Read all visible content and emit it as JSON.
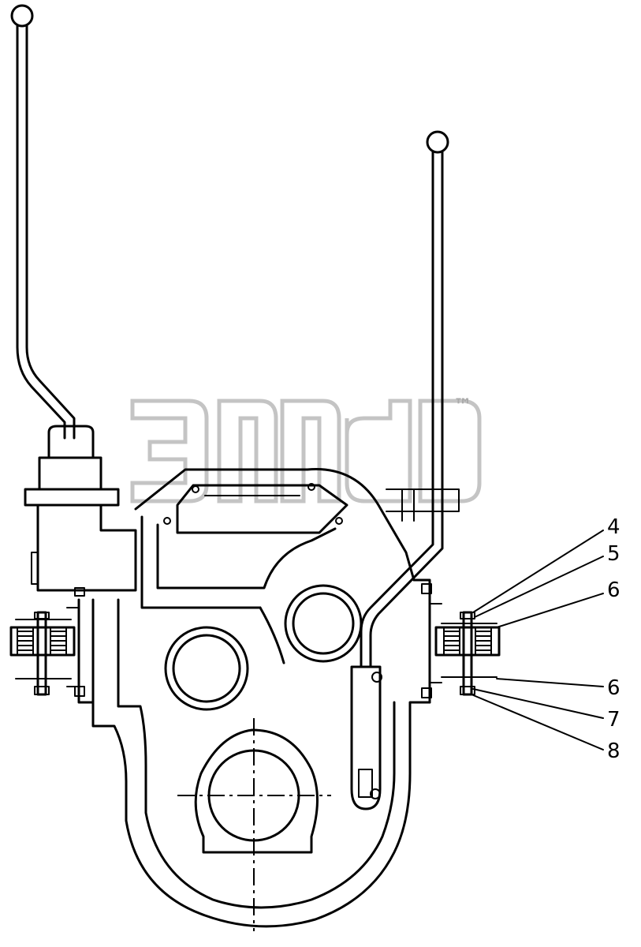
{
  "diagram": {
    "watermark_mark": "™",
    "callouts": [
      {
        "label": "4"
      },
      {
        "label": "5"
      },
      {
        "label": "6"
      },
      {
        "label": "6"
      },
      {
        "label": "7"
      },
      {
        "label": "8"
      }
    ],
    "colors": {
      "line": "#000000",
      "background": "#ffffff",
      "watermark": "#c4c4c4"
    }
  }
}
